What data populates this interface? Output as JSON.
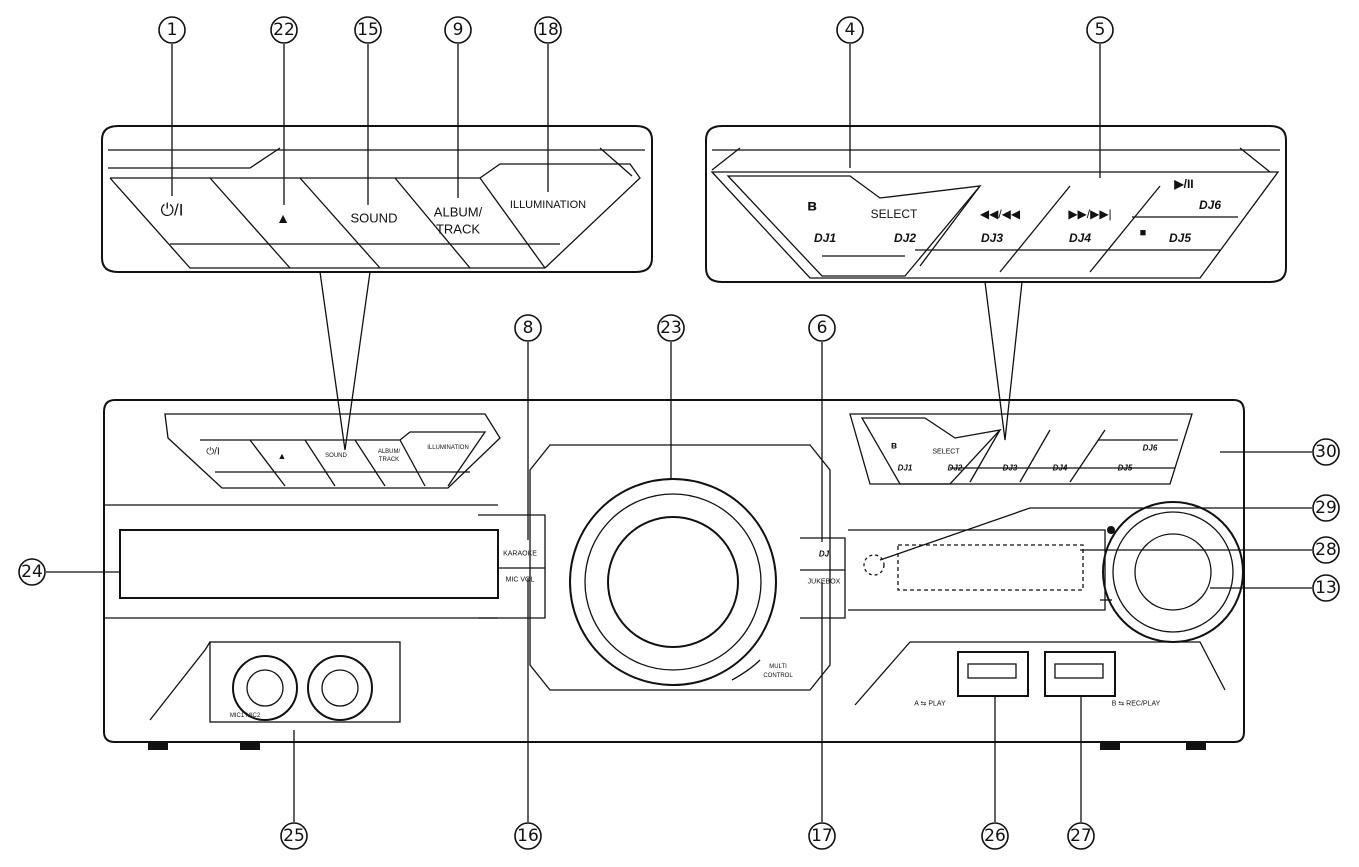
{
  "callouts": {
    "c1": "1",
    "c22": "22",
    "c15": "15",
    "c9": "9",
    "c18": "18",
    "c4": "4",
    "c5": "5",
    "c8": "8",
    "c23": "23",
    "c6": "6",
    "c30": "30",
    "c29": "29",
    "c28": "28",
    "c13": "13",
    "c24": "24",
    "c25": "25",
    "c16": "16",
    "c17": "17",
    "c26": "26",
    "c27": "27"
  },
  "left_panel": {
    "power": "⏻/I",
    "eject": "▲",
    "sound": "SOUND",
    "album_track_1": "ALBUM/",
    "album_track_2": "TRACK",
    "illumination": "ILLUMINATION"
  },
  "right_panel": {
    "bluetooth": "ʙ",
    "select": "SELECT",
    "dj1": "DJ1",
    "dj2": "DJ2",
    "rew": "◀◀/◀◀",
    "dj3": "DJ3",
    "ff": "▶▶/▶▶|",
    "dj4": "DJ4",
    "play_pause": "▶/II",
    "dj6": "DJ6",
    "stop": "■",
    "dj5": "DJ5"
  },
  "main_unit": {
    "small_power": "⏻/I",
    "small_eject": "▲",
    "small_sound": "SOUND",
    "small_album_1": "ALBUM/",
    "small_album_2": "TRACK",
    "small_illumination": "ILLUMINATION",
    "small_select": "SELECT",
    "small_dj1": "DJ1",
    "small_dj2": "DJ2",
    "small_dj3": "DJ3",
    "small_dj4": "DJ4",
    "small_dj5": "DJ5",
    "small_dj6": "DJ6",
    "karaoke": "KARAOKE",
    "mic_vol": "MIC VOL",
    "dj": "DJ",
    "jukebox": "JUKEBOX",
    "multi_control_1": "MULTI",
    "multi_control_2": "CONTROL",
    "mic_labels": "MIC1  MIC2",
    "usb_a": "A ⇆ PLAY",
    "usb_b": "B ⇆ REC/PLAY"
  }
}
